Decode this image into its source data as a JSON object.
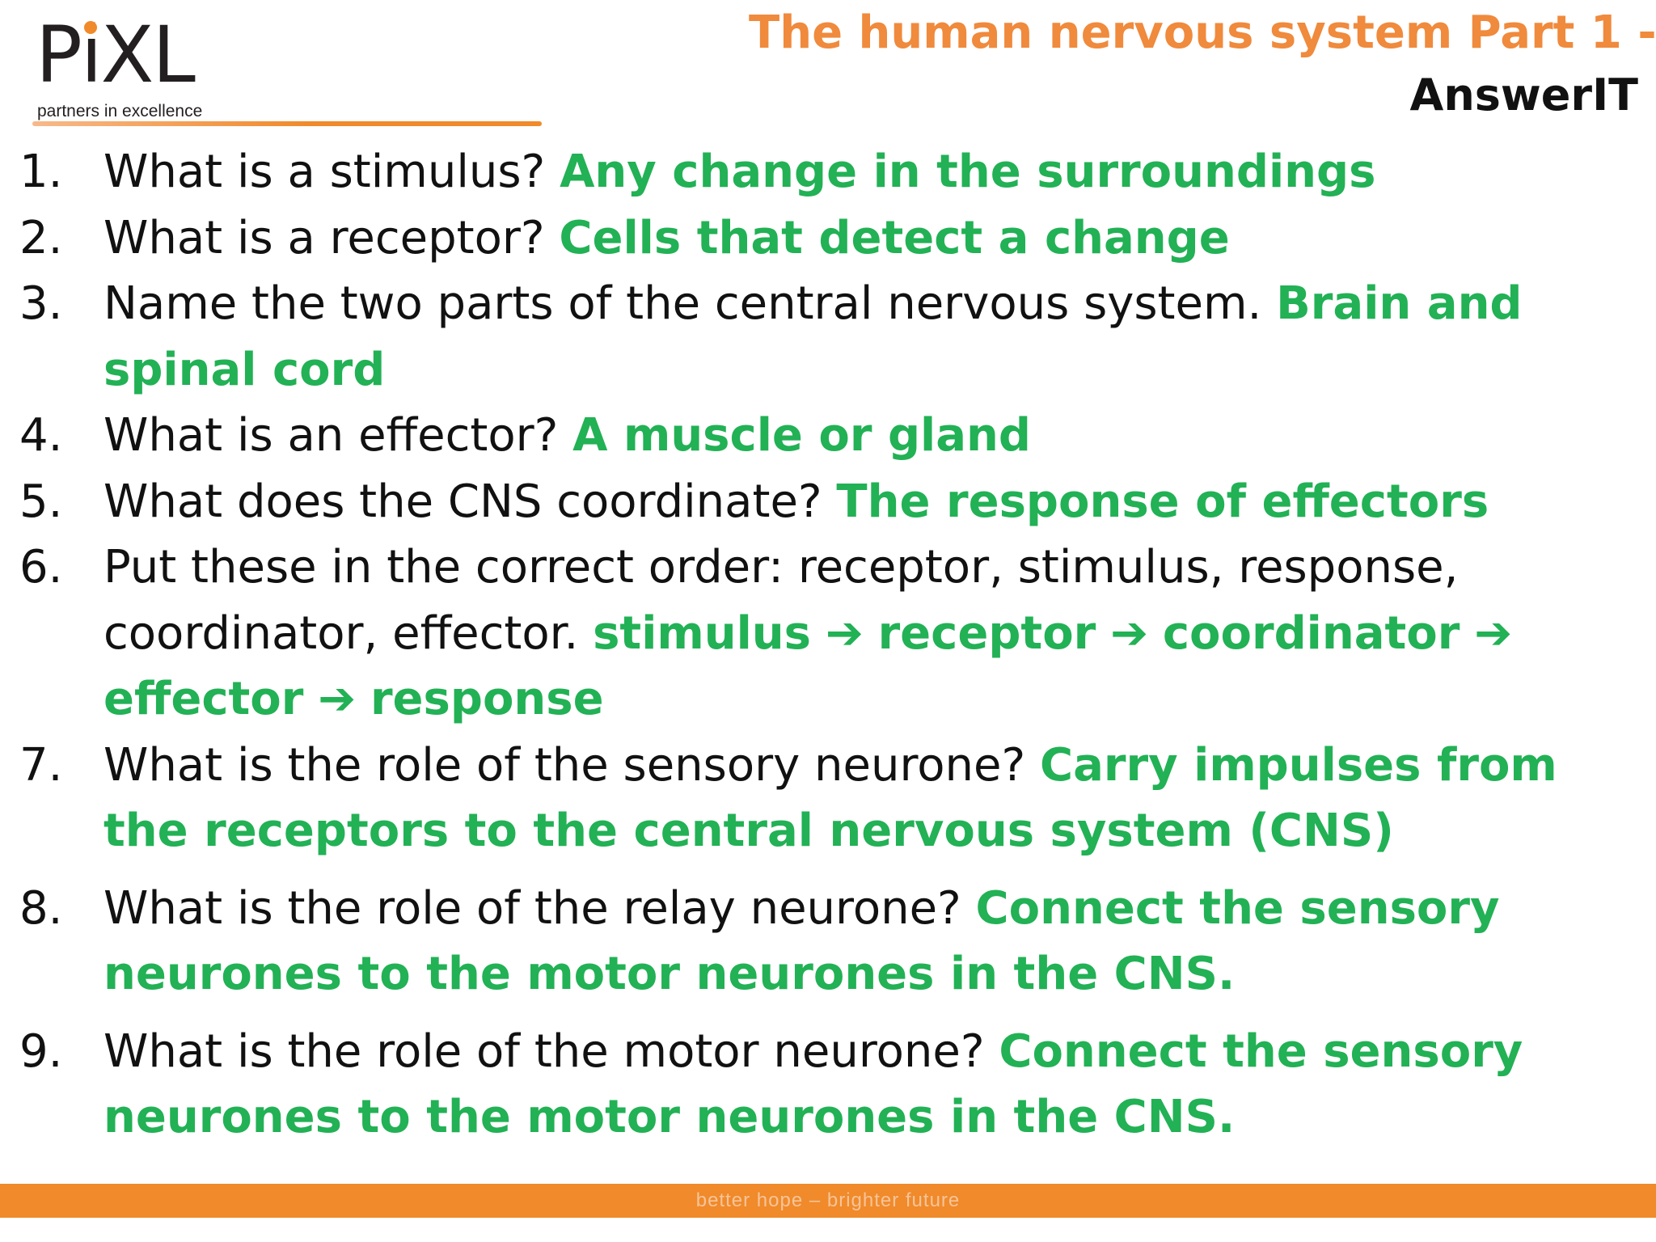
{
  "logo": {
    "letter_p": "P",
    "letter_i": "i",
    "letters_xl": "XL",
    "tagline": "partners in excellence",
    "accent_color": "#f08a2a"
  },
  "header": {
    "title_line1": "The human nervous system Part 1 -",
    "title_line2": "AnswerIT",
    "title_color": "#f08a3c"
  },
  "questions": [
    {
      "number": "1.",
      "question": "What is a stimulus? ",
      "answer": "Any change in the surroundings"
    },
    {
      "number": "2.",
      "question": "What is a receptor? ",
      "answer": "Cells that detect a change"
    },
    {
      "number": "3.",
      "question": "Name the two parts of the central nervous system. ",
      "answer": "Brain and spinal cord"
    },
    {
      "number": "4.",
      "question": "What is an effector? ",
      "answer": "A muscle or gland"
    },
    {
      "number": "5.",
      "question": "What does the CNS coordinate? ",
      "answer": "The response of effectors"
    },
    {
      "number": "6.",
      "question": "Put these in the correct order: receptor, stimulus, response, coordinator, effector.  ",
      "order": [
        "stimulus",
        "receptor",
        "coordinator",
        "effector",
        "response"
      ],
      "arrow": "➔"
    },
    {
      "number": "7.",
      "question": "What is the role of the sensory neurone? ",
      "answer": "Carry impulses from the receptors to the central nervous system (CNS)"
    },
    {
      "number": "8.",
      "question": "What is the role of the relay neurone? ",
      "answer": "Connect the sensory neurones to the motor neurones in the CNS."
    },
    {
      "number": "9.",
      "question": "What is the role of the motor neurone? ",
      "answer": "Connect the sensory neurones to the motor neurones in the CNS."
    }
  ],
  "answer_color": "#22b155",
  "footer": {
    "text": "better hope – brighter future",
    "bar_color": "#f08a2a"
  }
}
